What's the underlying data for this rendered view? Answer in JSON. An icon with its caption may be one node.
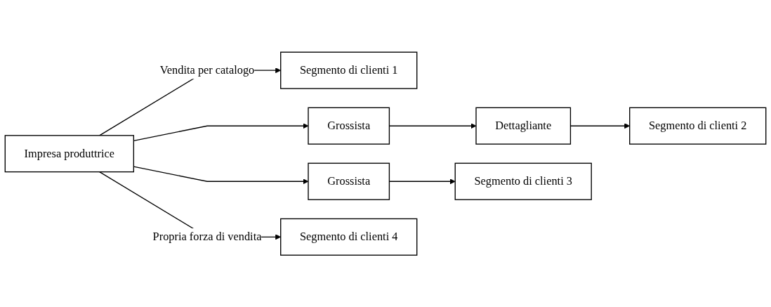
{
  "diagram": {
    "nodes": [
      {
        "text": [
          "Impresa produttrice"
        ]
      },
      {
        "text": [
          "Segmento di clienti 1"
        ]
      },
      {
        "text": [
          "Grossista"
        ]
      },
      {
        "text": [
          "Dettagliante"
        ]
      },
      {
        "text": [
          "Segmento di clienti 2"
        ]
      },
      {
        "text": [
          "Grossista"
        ]
      },
      {
        "text": [
          "Segmento di clienti 3"
        ]
      },
      {
        "text": [
          "Segmento di clienti 4"
        ]
      }
    ],
    "edges": [
      {
        "from": 0,
        "to": 1,
        "arrow": "to",
        "label": "Vendita per catalogo"
      },
      {
        "from": 0,
        "to": 2,
        "arrow": "to"
      },
      {
        "from": 2,
        "to": 3,
        "arrow": "to"
      },
      {
        "from": 3,
        "to": 4,
        "arrow": "to"
      },
      {
        "from": 0,
        "to": 5,
        "arrow": "to"
      },
      {
        "from": 5,
        "to": 6,
        "arrow": "to"
      },
      {
        "from": 0,
        "to": 7,
        "arrow": "to",
        "label": "Propria forza di vendita"
      }
    ]
  }
}
